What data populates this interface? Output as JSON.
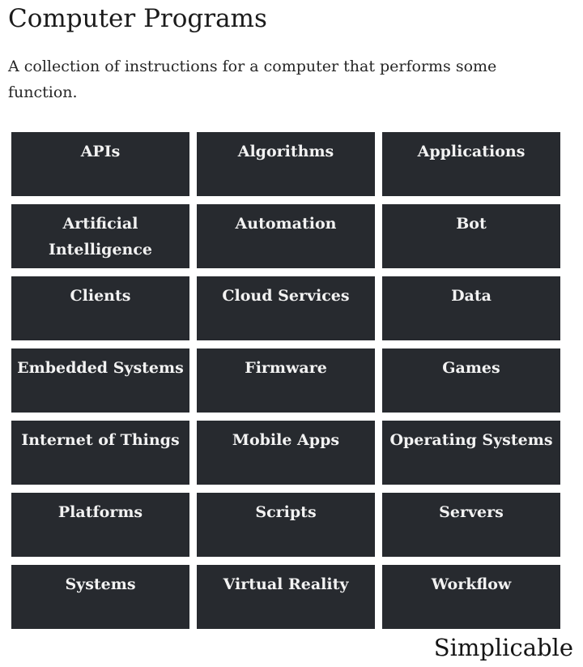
{
  "header": {
    "title": "Computer Programs",
    "description": "A collection of instructions for a computer that performs some function."
  },
  "tiles": [
    "APIs",
    "Algorithms",
    "Applications",
    "Artificial Intelligence",
    "Automation",
    "Bot",
    "Clients",
    "Cloud Services",
    "Data",
    "Embedded Systems",
    "Firmware",
    "Games",
    "Internet of Things",
    "Mobile Apps",
    "Operating Systems",
    "Platforms",
    "Scripts",
    "Servers",
    "Systems",
    "Virtual Reality",
    "Workflow"
  ],
  "footer": {
    "brand": "Simplicable"
  },
  "colors": {
    "tile_background": "#272a2f",
    "tile_text": "#f2f2f2",
    "page_background": "#ffffff"
  }
}
